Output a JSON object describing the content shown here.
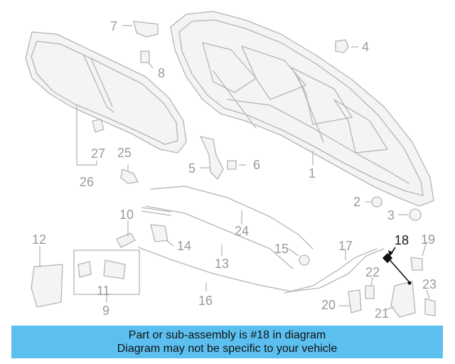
{
  "callouts": {
    "c1": "1",
    "c2": "2",
    "c3": "3",
    "c4": "4",
    "c5": "5",
    "c6": "6",
    "c7": "7",
    "c8": "8",
    "c9": "9",
    "c10": "10",
    "c11": "11",
    "c12": "12",
    "c13": "13",
    "c14": "14",
    "c15": "15",
    "c16": "16",
    "c17": "17",
    "c18": "18",
    "c19": "19",
    "c20": "20",
    "c21": "21",
    "c22": "22",
    "c23": "23",
    "c24": "24",
    "c25": "25",
    "c26": "26",
    "c27": "27"
  },
  "highlighted_part": "18",
  "colors": {
    "banner": "#5bc0f0",
    "highlight": "#111111",
    "linework": "#b4b4b4"
  },
  "banner": {
    "line1": "Part or sub-assembly is #18 in diagram",
    "line2": "Diagram may not be specific to your vehicle"
  }
}
